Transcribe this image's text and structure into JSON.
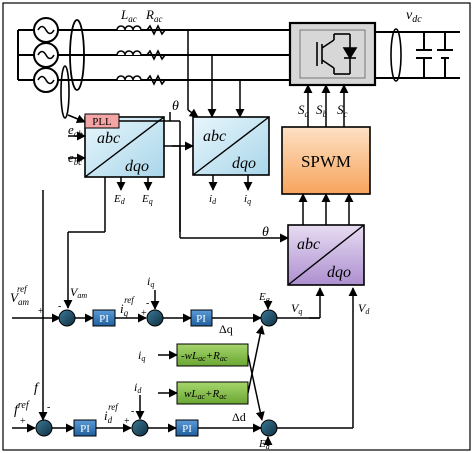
{
  "colors": {
    "converter_block": "#cfe8f4",
    "spwm_block": "#fbbf86",
    "pwm_demod_block": "#c8b4de",
    "pi_block": "#2d74b7",
    "decouple_block": "#8bc34a",
    "igbt_block": "#d4d4d4",
    "pll_block": "#f3a5a5",
    "sum_node": "#1e4f66"
  },
  "grid": {
    "inductance": "L",
    "inductance_sub": "ac",
    "resistance": "R",
    "resistance_sub": "ac",
    "dc_voltage": "v",
    "dc_voltage_sub": "dc",
    "source_icon": "ac-source-icon"
  },
  "pll": {
    "label": "PLL"
  },
  "theta": "θ",
  "transform_voltage": {
    "top": "abc",
    "bottom": "dqo",
    "in1": "e",
    "in1_sub": "ab",
    "in2": "e",
    "in2_sub": "bc",
    "out1": "E",
    "out1_sub": "d",
    "out2": "E",
    "out2_sub": "q"
  },
  "transform_current": {
    "top": "abc",
    "bottom": "dqo",
    "out1": "i",
    "out1_sub": "d",
    "out2": "i",
    "out2_sub": "q"
  },
  "transform_inverse": {
    "top": "abc",
    "bottom": "dqo"
  },
  "spwm": {
    "label": "SPWM",
    "s1": "S",
    "s1_sub": "a",
    "s2": "S",
    "s2_sub": "b",
    "s3": "S",
    "s3_sub": "c"
  },
  "igbt": {
    "icon": "igbt-switch-icon"
  },
  "controls": {
    "pi_label": "PI",
    "vam_ref": "V",
    "vam_ref_sub": "am",
    "vam_ref_sup": "ref",
    "vam": "V",
    "vam_sub": "am",
    "iq_ref": "i",
    "iq_ref_sub": "q",
    "iq_ref_sup": "ref",
    "iq": "i",
    "iq_sub": "q",
    "eq": "E",
    "eq_sub": "q",
    "delta_q": "Δq",
    "vq": "V",
    "vq_sub": "q",
    "vd": "V",
    "vd_sub": "d",
    "f_ref": "f",
    "f_ref_sup": "ref",
    "f": "f",
    "id_ref": "i",
    "id_ref_sub": "d",
    "id_ref_sup": "ref",
    "id": "i",
    "id_sub": "d",
    "delta_d": "Δd",
    "ed": "E",
    "ed_sub": "d",
    "plus": "+",
    "minus": "-",
    "dec1_a": "-wL",
    "dec1_a_sub": "ac",
    "dec1_b": "+R",
    "dec1_b_sub": "ac",
    "dec2_a": "wL",
    "dec2_a_sub": "ac",
    "dec2_b": "+R",
    "dec2_b_sub": "ac",
    "dec_in1": "i",
    "dec_in1_sub": "q",
    "dec_in2": "i",
    "dec_in2_sub": "d"
  }
}
